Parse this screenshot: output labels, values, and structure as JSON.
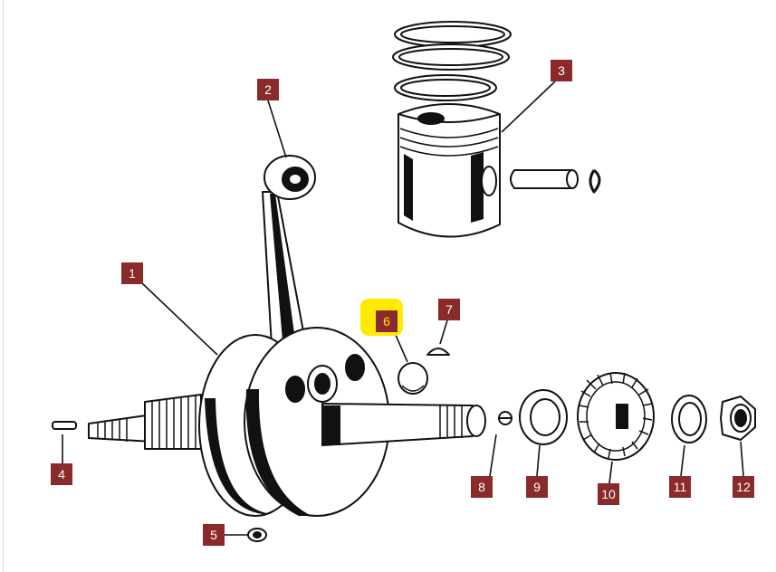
{
  "colors": {
    "label_bg": "#8b2a2a",
    "label_text": "#ffffff",
    "highlight": "#ffea00",
    "line": "#111111"
  },
  "callouts": [
    {
      "id": "1",
      "text": "1"
    },
    {
      "id": "2",
      "text": "2"
    },
    {
      "id": "3",
      "text": "3"
    },
    {
      "id": "4",
      "text": "4"
    },
    {
      "id": "5",
      "text": "5"
    },
    {
      "id": "6",
      "text": "6",
      "highlighted": true
    },
    {
      "id": "7",
      "text": "7"
    },
    {
      "id": "8",
      "text": "8"
    },
    {
      "id": "9",
      "text": "9"
    },
    {
      "id": "10",
      "text": "10"
    },
    {
      "id": "11",
      "text": "11"
    },
    {
      "id": "12",
      "text": "12"
    }
  ]
}
